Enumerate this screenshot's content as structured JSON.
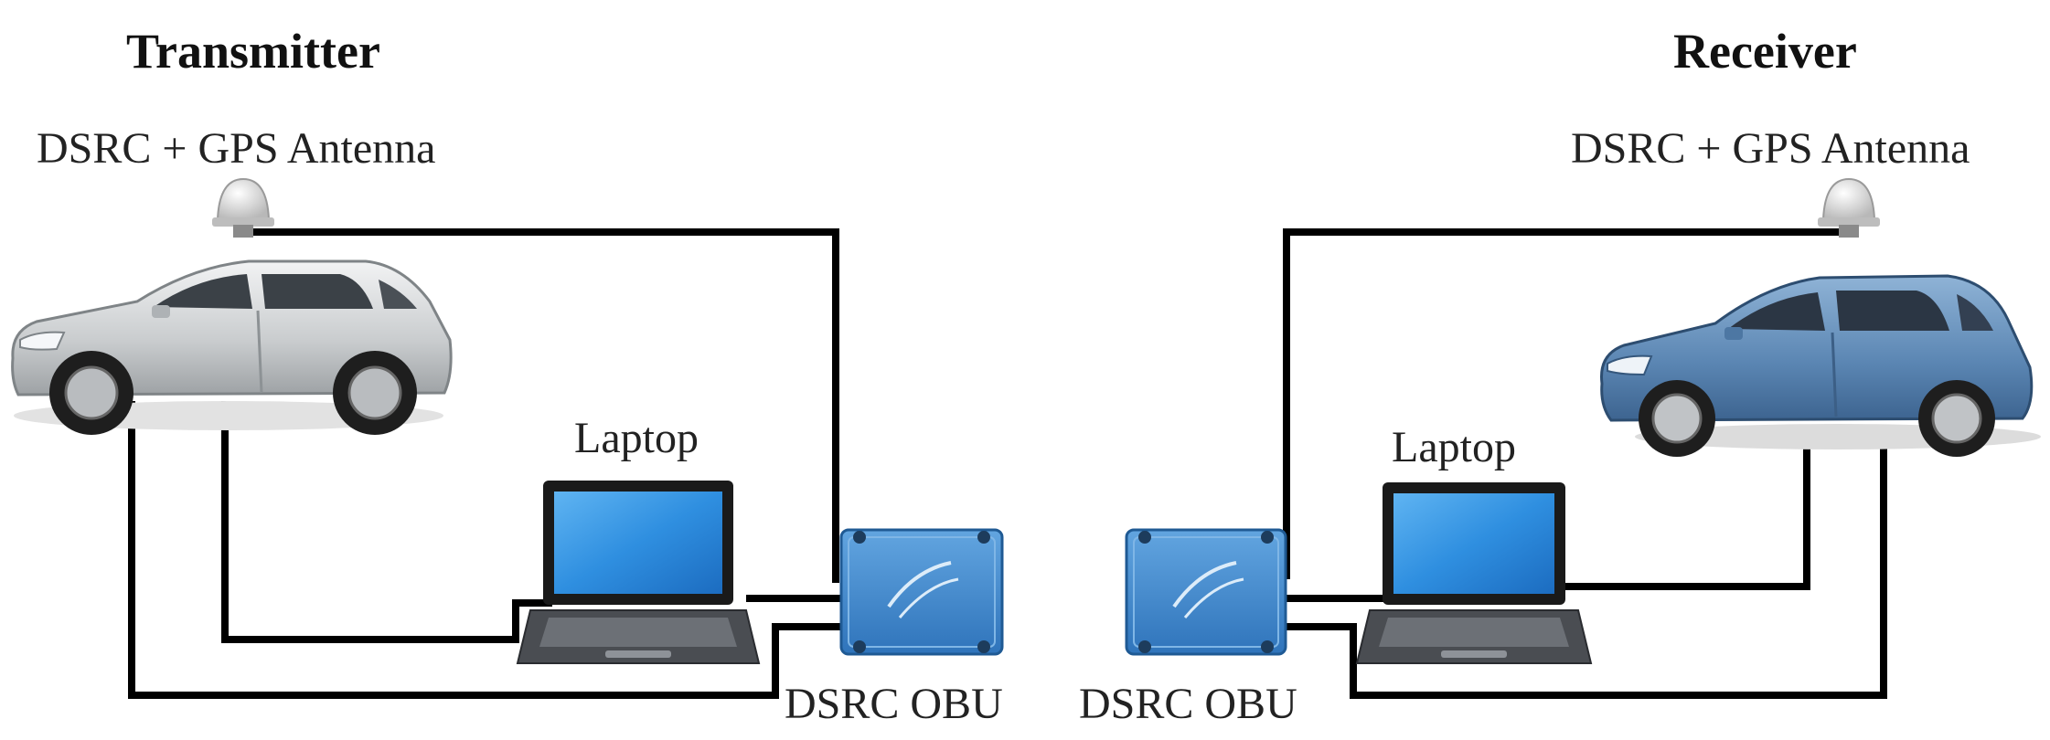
{
  "transmitter": {
    "title": "Transmitter",
    "antenna_label": "DSRC + GPS Antenna",
    "laptop_label": "Laptop",
    "obu_label": "DSRC OBU",
    "car_color": "#c9ccce"
  },
  "receiver": {
    "title": "Receiver",
    "antenna_label": "DSRC + GPS Antenna",
    "laptop_label": "Laptop",
    "obu_label": "DSRC OBU",
    "car_color": "#5b86b3"
  },
  "colors": {
    "wire": "#000000",
    "obu_body": "#3f86c9",
    "laptop_screen": "#2f8fe0",
    "antenna": "#d4d4d4"
  }
}
